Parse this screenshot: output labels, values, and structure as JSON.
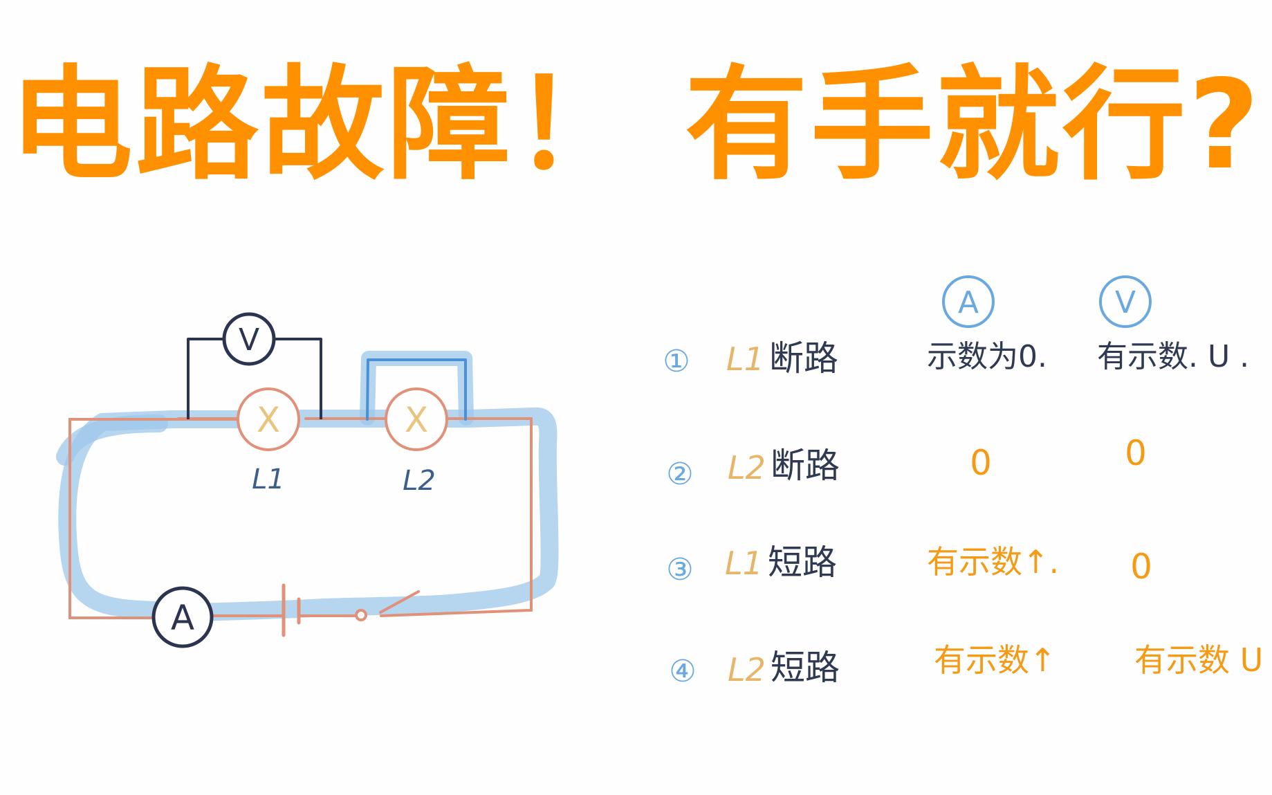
{
  "title": "电路故障！ 有手就行?",
  "colors": {
    "title": "#ff9100",
    "wire": "#e0917a",
    "highlight": "#9ec7ea",
    "meter": "#2c3450",
    "lamp_mark": "#e8c47e",
    "label_blue": "#3b5f8a",
    "number": "#6aa8e0",
    "table_dark": "#2f3a52",
    "table_orange": "#f59a15",
    "lamp_name": "#e8b468"
  },
  "circuit": {
    "voltmeter_symbol": "V",
    "ammeter_symbol": "A",
    "lamps": [
      {
        "name": "L1",
        "symbol": "X"
      },
      {
        "name": "L2",
        "symbol": "X"
      }
    ]
  },
  "table": {
    "headers": [
      "A",
      "V"
    ],
    "rows": [
      {
        "num": "①",
        "lamp": "L1",
        "fault": "断路",
        "ammeter": "示数为0.",
        "voltmeter": "有示数. U .",
        "reading_color": "table_dark"
      },
      {
        "num": "②",
        "lamp": "L2",
        "fault": "断路",
        "ammeter": "0",
        "voltmeter": "0",
        "reading_color": "table_orange"
      },
      {
        "num": "③",
        "lamp": "L1",
        "fault": "短路",
        "ammeter": "有示数↑.",
        "voltmeter": "0",
        "reading_color": "table_orange"
      },
      {
        "num": "④",
        "lamp": "L2",
        "fault": "短路",
        "ammeter": "有示数↑",
        "voltmeter": "有示数 U",
        "reading_color": "table_orange"
      }
    ]
  }
}
